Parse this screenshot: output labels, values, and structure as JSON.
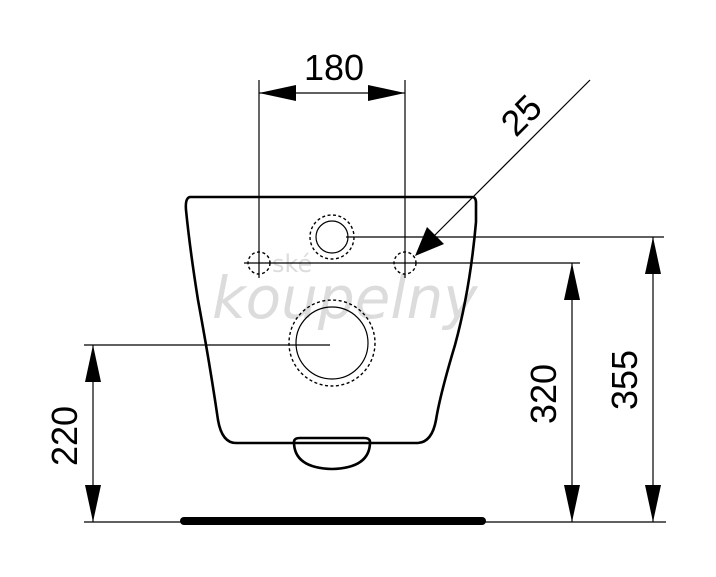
{
  "dimensions": {
    "horizontal_spacing": "180",
    "hole_diameter": "25",
    "left_height": "220",
    "middle_height": "320",
    "right_height": "355"
  },
  "watermark": {
    "line1": "ské",
    "line2": "koupelny"
  }
}
